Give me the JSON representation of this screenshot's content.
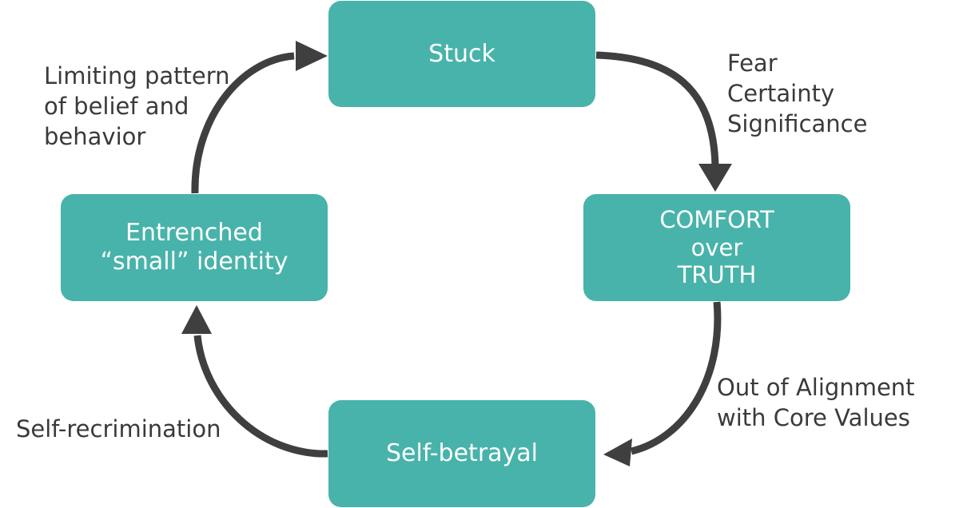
{
  "colors": {
    "node_fill": "#48b3aa",
    "arrow": "#3f3f3f",
    "node_text": "#ffffff",
    "label_text": "#3a3a3a"
  },
  "nodes": {
    "stuck": {
      "lines": [
        "Stuck"
      ]
    },
    "comfort": {
      "lines": [
        "COMFORT",
        "over",
        "TRUTH"
      ]
    },
    "betrayal": {
      "lines": [
        "Self-betrayal"
      ]
    },
    "identity": {
      "lines": [
        "Entrenched",
        "“small” identity"
      ]
    }
  },
  "labels": {
    "top_right": {
      "lines": [
        "Fear",
        "Certainty",
        "Significance"
      ]
    },
    "bottom_right": {
      "lines": [
        "Out of Alignment",
        "with Core Values"
      ]
    },
    "bottom_left": {
      "lines": [
        "Self-recrimination"
      ]
    },
    "top_left": {
      "lines": [
        "Limiting pattern",
        "of belief and",
        "behavior"
      ]
    }
  },
  "edges": [
    {
      "from": "stuck",
      "to": "comfort"
    },
    {
      "from": "comfort",
      "to": "betrayal"
    },
    {
      "from": "betrayal",
      "to": "identity"
    },
    {
      "from": "identity",
      "to": "stuck"
    }
  ]
}
